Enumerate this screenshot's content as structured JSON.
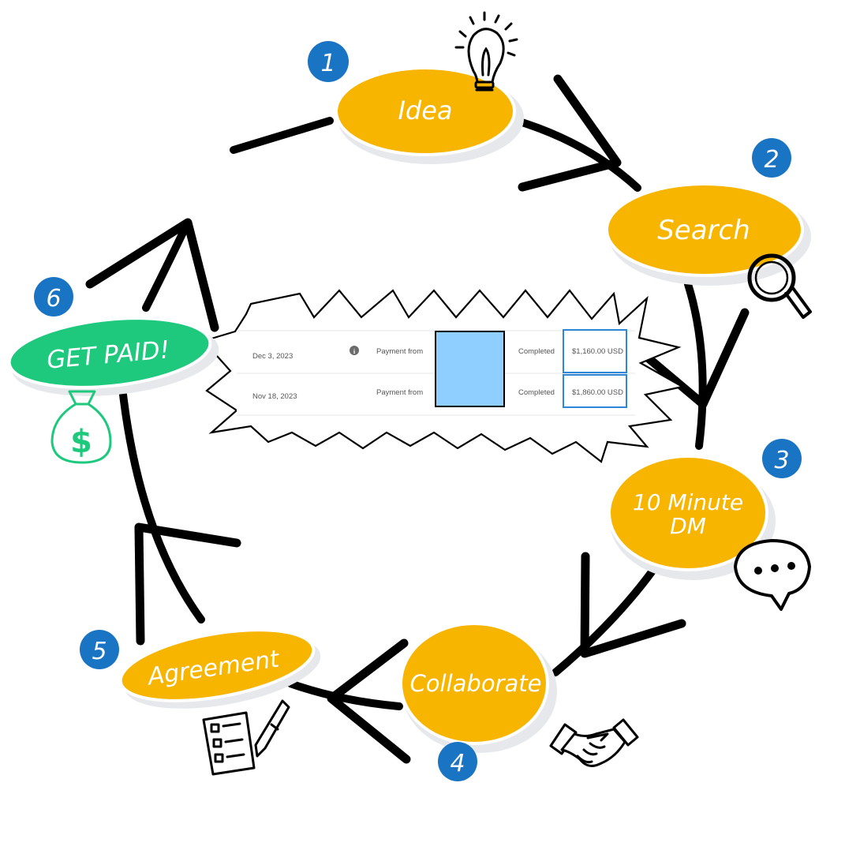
{
  "steps": [
    {
      "number": "1",
      "label": "Idea",
      "icon": "lightbulb-icon"
    },
    {
      "number": "2",
      "label": "Search",
      "icon": "magnifier-icon"
    },
    {
      "number": "3",
      "label": "10 Minute",
      "label2": "DM",
      "icon": "speech-bubble-icon"
    },
    {
      "number": "4",
      "label": "Collaborate",
      "icon": "handshake-icon"
    },
    {
      "number": "5",
      "label": "Agreement",
      "icon": "checklist-pen-icon"
    },
    {
      "number": "6",
      "label": "GET PAID!",
      "icon": "money-bag-icon"
    }
  ],
  "payments": [
    {
      "date": "Dec 3, 2023",
      "description": "Payment from",
      "status": "Completed",
      "amount": "$1,160.00 USD"
    },
    {
      "date": "Nov 18, 2023",
      "description": "Payment from",
      "status": "Completed",
      "amount": "$1,860.00 USD"
    }
  ],
  "colors": {
    "step_fill": "#f7b500",
    "paid_fill": "#1ec97e",
    "number_badge": "#1a74c4",
    "redaction_fill": "#8fcfff",
    "amount_border": "#2f86d8",
    "stroke": "#000000",
    "shadow": "#e6e8ec"
  }
}
